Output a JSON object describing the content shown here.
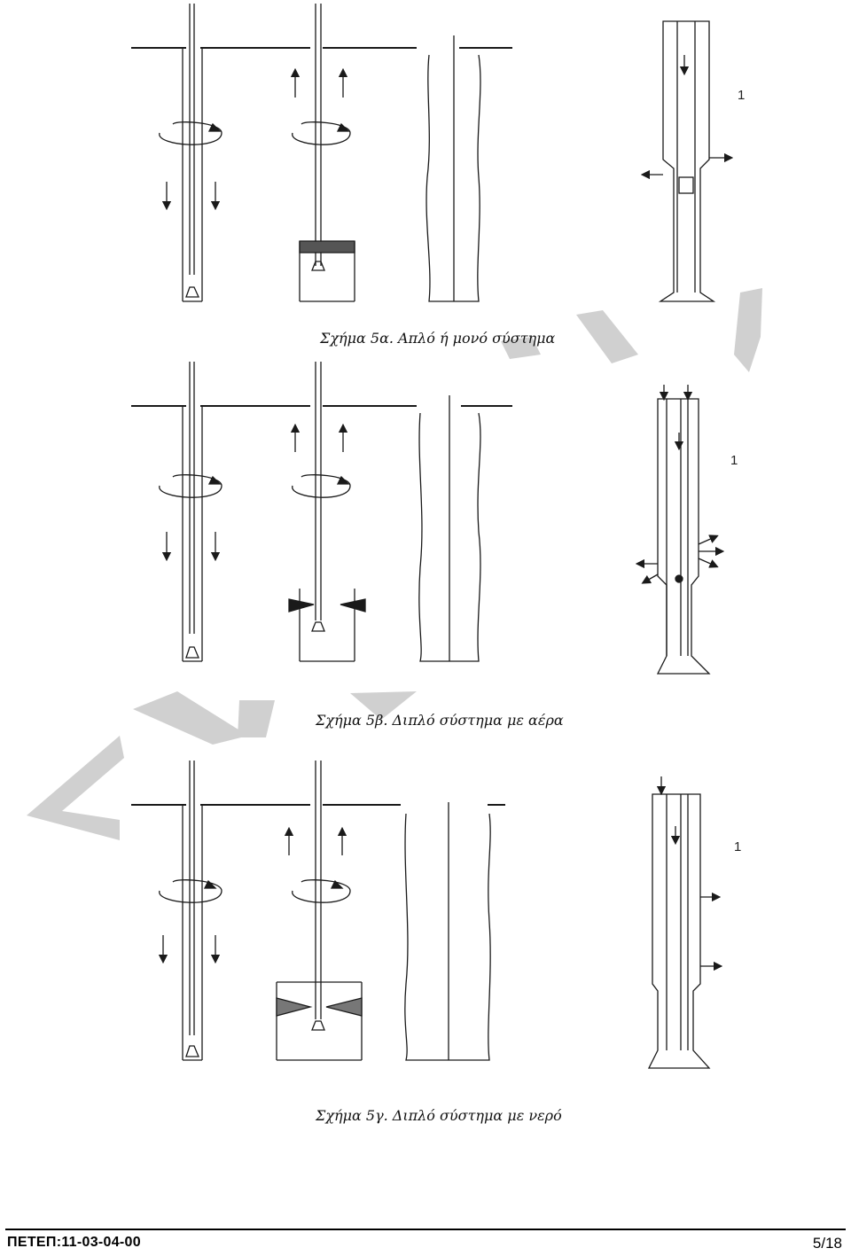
{
  "figures": [
    {
      "caption": "Σχήμα 5α. Απλό ή μονό σύστημα",
      "detail_label": "1"
    },
    {
      "caption": "Σχήμα 5β. Διπλό σύστημα με αέρα",
      "detail_label": "1"
    },
    {
      "caption": "Σχήμα 5γ. Διπλό σύστημα με νερό",
      "detail_label": "1"
    }
  ],
  "footer": {
    "doc_code": "ΠΕΤΕΠ:11-03-04-00",
    "page": "5/18"
  },
  "colors": {
    "ink": "#1a1a1a",
    "watermark": "#d0d0d0"
  }
}
